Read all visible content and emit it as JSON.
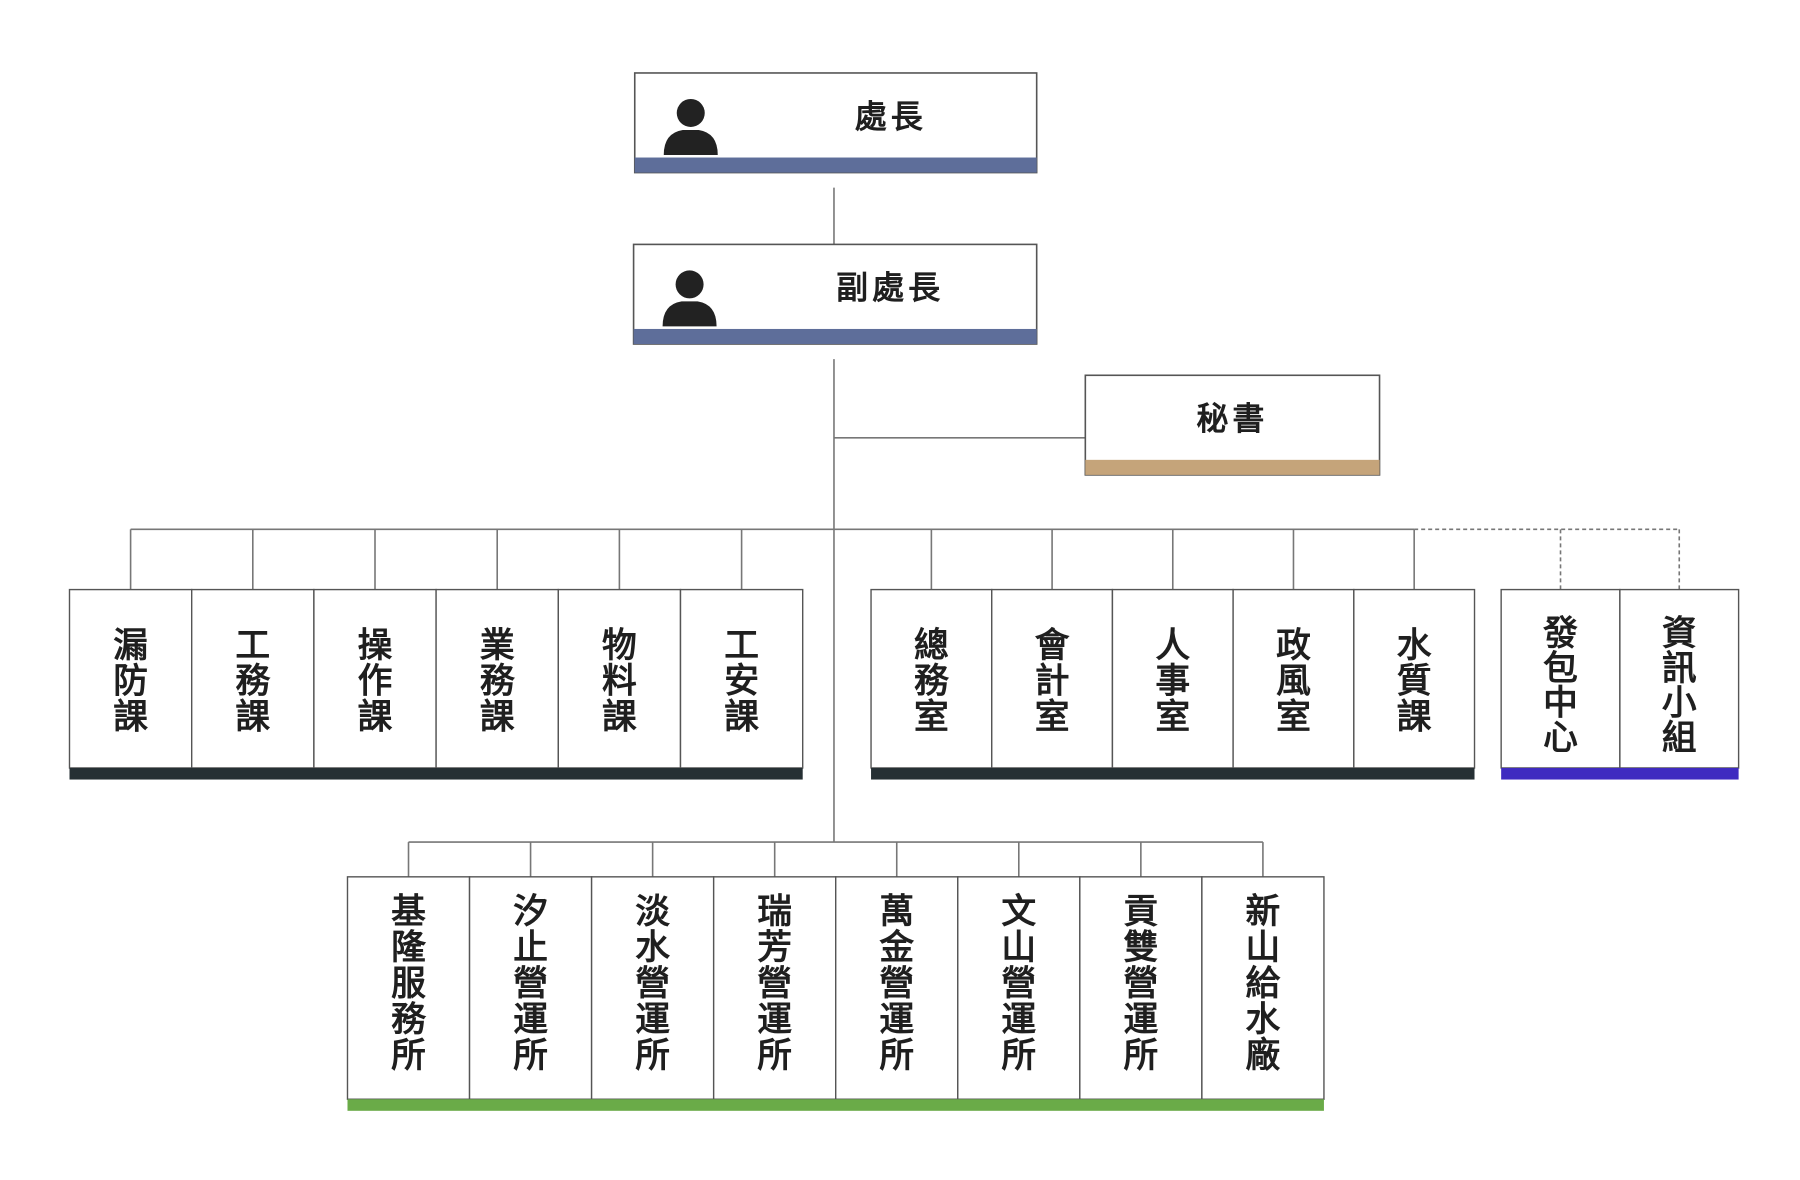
{
  "colors": {
    "leader_bar": "#5e6e9a",
    "secretary_bar": "#c5a47a",
    "section_bar": "#263034",
    "group_bar": "#3f2bc0",
    "station_bar": "#6aab48",
    "box_border": "#555555",
    "line": "#777777"
  },
  "leaders": [
    {
      "name": "director",
      "label": "處長",
      "icon": "person-icon"
    },
    {
      "name": "deputy-director",
      "label": "副處長",
      "icon": "person-icon"
    }
  ],
  "secretary": {
    "label": "秘書"
  },
  "sections_left": [
    "漏防課",
    "工務課",
    "操作課",
    "業務課",
    "物料課",
    "工安課"
  ],
  "sections_right": [
    "總務室",
    "會計室",
    "人事室",
    "政風室",
    "水質課"
  ],
  "groups": [
    "發包中心",
    "資訊小組"
  ],
  "stations": [
    "基隆服務所",
    "汐止營運所",
    "淡水營運所",
    "瑞芳營運所",
    "萬金營運所",
    "文山營運所",
    "貢雙營運所",
    "新山給水廠"
  ]
}
